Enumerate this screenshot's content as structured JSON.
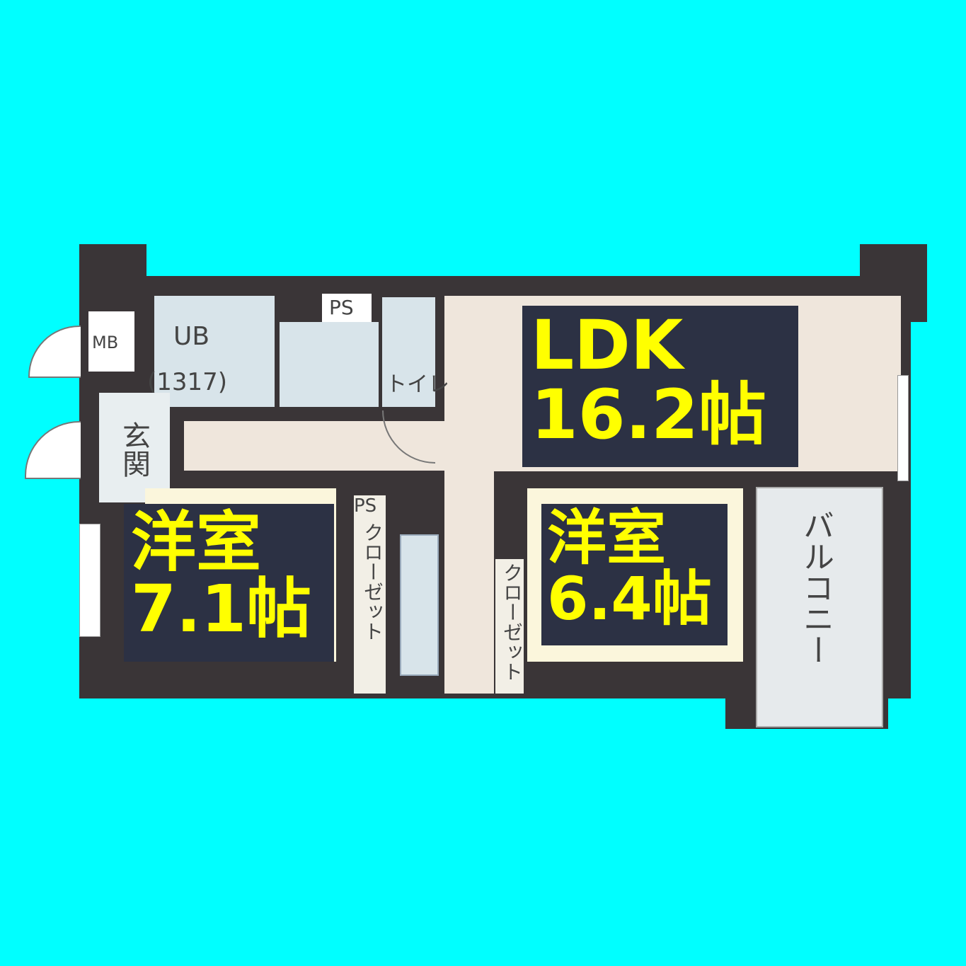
{
  "colors": {
    "background": "#00ffff",
    "wall": "#3a3537",
    "label_box": "#2c3144",
    "label_text": "#ffff00",
    "ldk_floor": "#efe6dc",
    "wet_area": "#d8e4ea",
    "bedroom_floor": "#fbf6dc",
    "balcony": "#e6eaec"
  },
  "rooms": {
    "ldk": {
      "name": "LDK",
      "size": "16.2帖"
    },
    "western_room_1": {
      "name": "洋室",
      "size": "7.1帖"
    },
    "western_room_2": {
      "name": "洋室",
      "size": "6.4帖"
    },
    "bath": {
      "name": "UB",
      "size": "(1317)"
    },
    "meter_box": "MB",
    "pipe_space_top": "PS",
    "pipe_space_mid": "PS",
    "toilet": "トイレ",
    "entrance": "玄関",
    "closet_1": "クローゼット",
    "closet_2": "クローゼット",
    "balcony": "バルコニー"
  }
}
